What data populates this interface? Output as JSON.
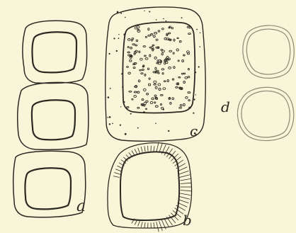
{
  "figure": {
    "background": "#f8f5d8",
    "ink": "#2b2a22",
    "labels": {
      "a": "a",
      "b": "b",
      "c": "c",
      "d": "d"
    }
  }
}
